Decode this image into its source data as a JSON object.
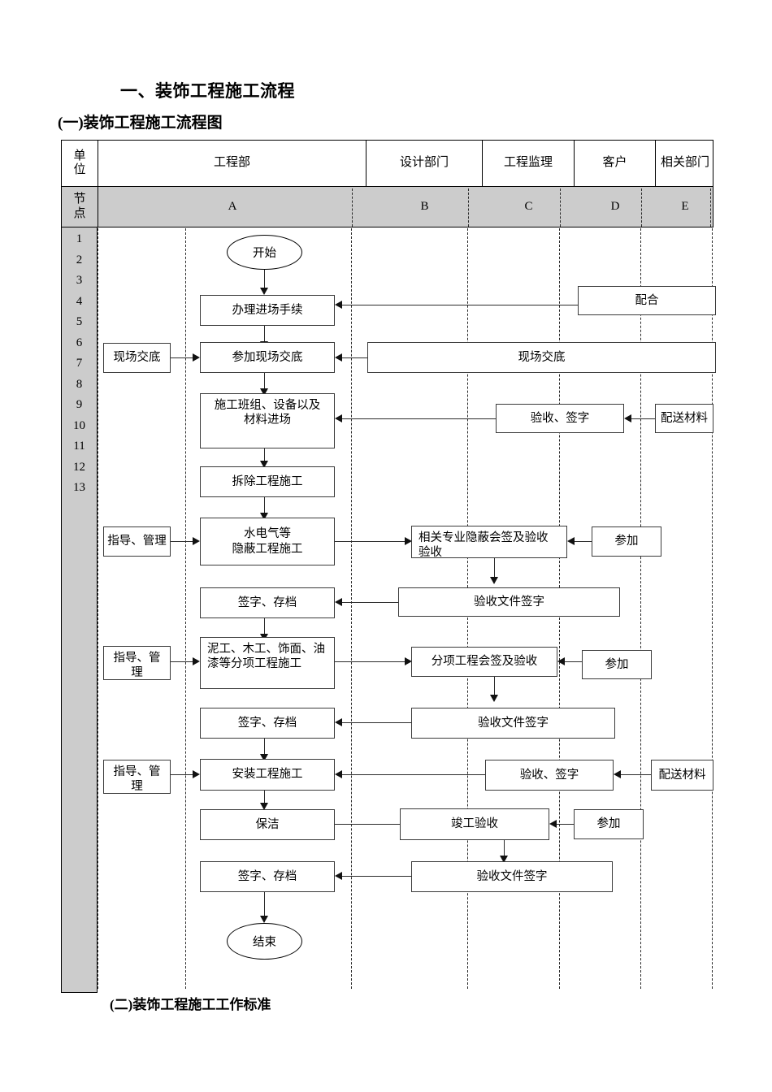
{
  "doc": {
    "heading1": "一、装饰工程施工流程",
    "heading2": "(一)装饰工程施工流程图",
    "heading3": "(二)装饰工程施工工作标准"
  },
  "table": {
    "corner_unit": "单位",
    "corner_node": "节点",
    "columns": [
      {
        "name": "工程部",
        "code": "A"
      },
      {
        "name": "设计部门",
        "code": "B"
      },
      {
        "name": "工程监理",
        "code": "C"
      },
      {
        "name": "客户",
        "code": "D"
      },
      {
        "name": "相关部门",
        "code": "E"
      }
    ],
    "node_numbers": [
      "1",
      "2",
      "3",
      "4",
      "5",
      "6",
      "7",
      "8",
      "9",
      "10",
      "11",
      "12",
      "13"
    ]
  },
  "flow": {
    "start": "开始",
    "end": "结束",
    "nodes": [
      {
        "id": "n01",
        "label": "办理进场手续",
        "lane": "A"
      },
      {
        "id": "n02",
        "label": "参加现场交底",
        "lane": "A"
      },
      {
        "id": "n03",
        "label": "施工班组、设备以及材料进场",
        "lane": "A"
      },
      {
        "id": "n04",
        "label": "拆除工程施工",
        "lane": "A"
      },
      {
        "id": "n05",
        "label": "水电气等\n隐蔽工程施工",
        "lane": "A"
      },
      {
        "id": "n06",
        "label": "签字、存档",
        "lane": "A"
      },
      {
        "id": "n07",
        "label": "泥工、木工、饰面、油漆等分项工程施工",
        "lane": "A"
      },
      {
        "id": "n08",
        "label": "签字、存档",
        "lane": "A"
      },
      {
        "id": "n09",
        "label": "安装工程施工",
        "lane": "A"
      },
      {
        "id": "n10",
        "label": "保洁",
        "lane": "A"
      },
      {
        "id": "n11",
        "label": "签字、存档",
        "lane": "A"
      },
      {
        "id": "s01",
        "label": "现场交底",
        "lane": "A-left"
      },
      {
        "id": "s02",
        "label": "指导、管理",
        "lane": "A-left"
      },
      {
        "id": "s03",
        "label": "指导、管理",
        "lane": "A-left"
      },
      {
        "id": "s04",
        "label": "指导、管理",
        "lane": "A-left"
      },
      {
        "id": "b01",
        "label": "现场交底",
        "lane": "B-E"
      },
      {
        "id": "b02",
        "label": "相关专业隐蔽会签及验收验收",
        "lane": "B-C"
      },
      {
        "id": "b03",
        "label": "验收文件签字",
        "lane": "B-C"
      },
      {
        "id": "b04",
        "label": "分项工程会签及验收",
        "lane": "B-C"
      },
      {
        "id": "b05",
        "label": "验收文件签字",
        "lane": "B-C"
      },
      {
        "id": "b06",
        "label": "竣工验收",
        "lane": "B-C"
      },
      {
        "id": "b07",
        "label": "验收文件签字",
        "lane": "B-C"
      },
      {
        "id": "c01",
        "label": "验收、签字",
        "lane": "C-D"
      },
      {
        "id": "c02",
        "label": "验收、签字",
        "lane": "C-D"
      },
      {
        "id": "d01",
        "label": "配合",
        "lane": "D-E"
      },
      {
        "id": "d02",
        "label": "参加",
        "lane": "D"
      },
      {
        "id": "d03",
        "label": "参加",
        "lane": "D"
      },
      {
        "id": "d04",
        "label": "参加",
        "lane": "D"
      },
      {
        "id": "e01",
        "label": "配送材料",
        "lane": "E"
      },
      {
        "id": "e02",
        "label": "配送材料",
        "lane": "E"
      }
    ]
  },
  "colors": {
    "header_fill": "#cccccc",
    "line": "#2b2b2b",
    "border": "#3a3a3a",
    "text": "#000000"
  }
}
